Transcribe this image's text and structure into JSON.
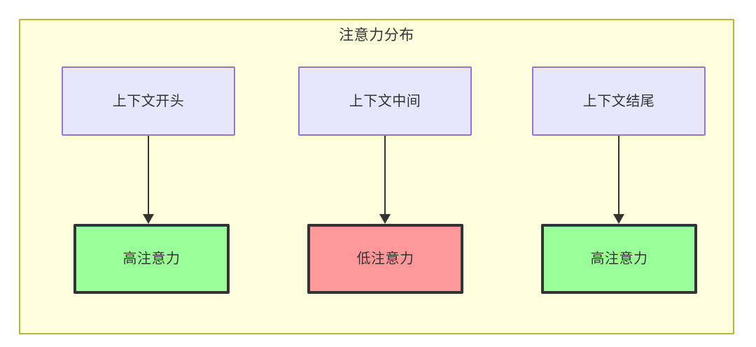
{
  "diagram": {
    "type": "flowchart",
    "title": "注意力分布",
    "container": {
      "background_color": "#ffffdd",
      "border_color": "#b8b838"
    },
    "columns": [
      {
        "source": {
          "label": "上下文开头"
        },
        "result": {
          "label": "高注意力",
          "state": "high",
          "fill_color": "#99ff99"
        },
        "edge": {
          "arrow": "down"
        }
      },
      {
        "source": {
          "label": "上下文中间"
        },
        "result": {
          "label": "低注意力",
          "state": "low",
          "fill_color": "#ff9999"
        },
        "edge": {
          "arrow": "down"
        }
      },
      {
        "source": {
          "label": "上下文结尾"
        },
        "result": {
          "label": "高注意力",
          "state": "high",
          "fill_color": "#99ff99"
        },
        "edge": {
          "arrow": "down"
        }
      }
    ],
    "styles": {
      "source_fill_color": "#e6e6fd",
      "source_border_color": "#9673d3",
      "result_border_color": "#333333",
      "text_color": "#333333",
      "edge_color": "#333333"
    }
  }
}
